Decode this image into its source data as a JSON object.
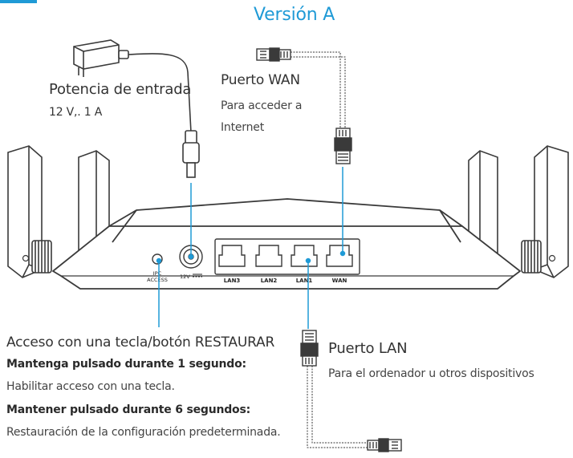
{
  "title": "Versión A",
  "power": {
    "label": "Potencia de entrada",
    "value": "12 V,. 1 A"
  },
  "wan": {
    "label": "Puerto WAN",
    "line1": "Para acceder a",
    "line2": "Internet"
  },
  "lan": {
    "label": "Puerto LAN",
    "description": "Para el ordenador u otros dispositivos"
  },
  "reset": {
    "label": "Acceso con una tecla/botón RESTAURAR",
    "hold1_title": "Mantenga pulsado durante 1 segundo:",
    "hold1_desc": "Habilitar acceso con una tecla.",
    "hold6_title": "Mantener pulsado durante 6 segundos:",
    "hold6_desc": "Restauración de la configuración predeterminada."
  },
  "router_labels": {
    "ports": [
      "LAN3",
      "LAN2",
      "LAN1",
      "WAN"
    ],
    "power_jack": "12V",
    "button_line1": "IPC",
    "button_line2": "ACCESS"
  },
  "colors": {
    "accent": "#1f9ad6",
    "outline": "#3a3a3a"
  }
}
